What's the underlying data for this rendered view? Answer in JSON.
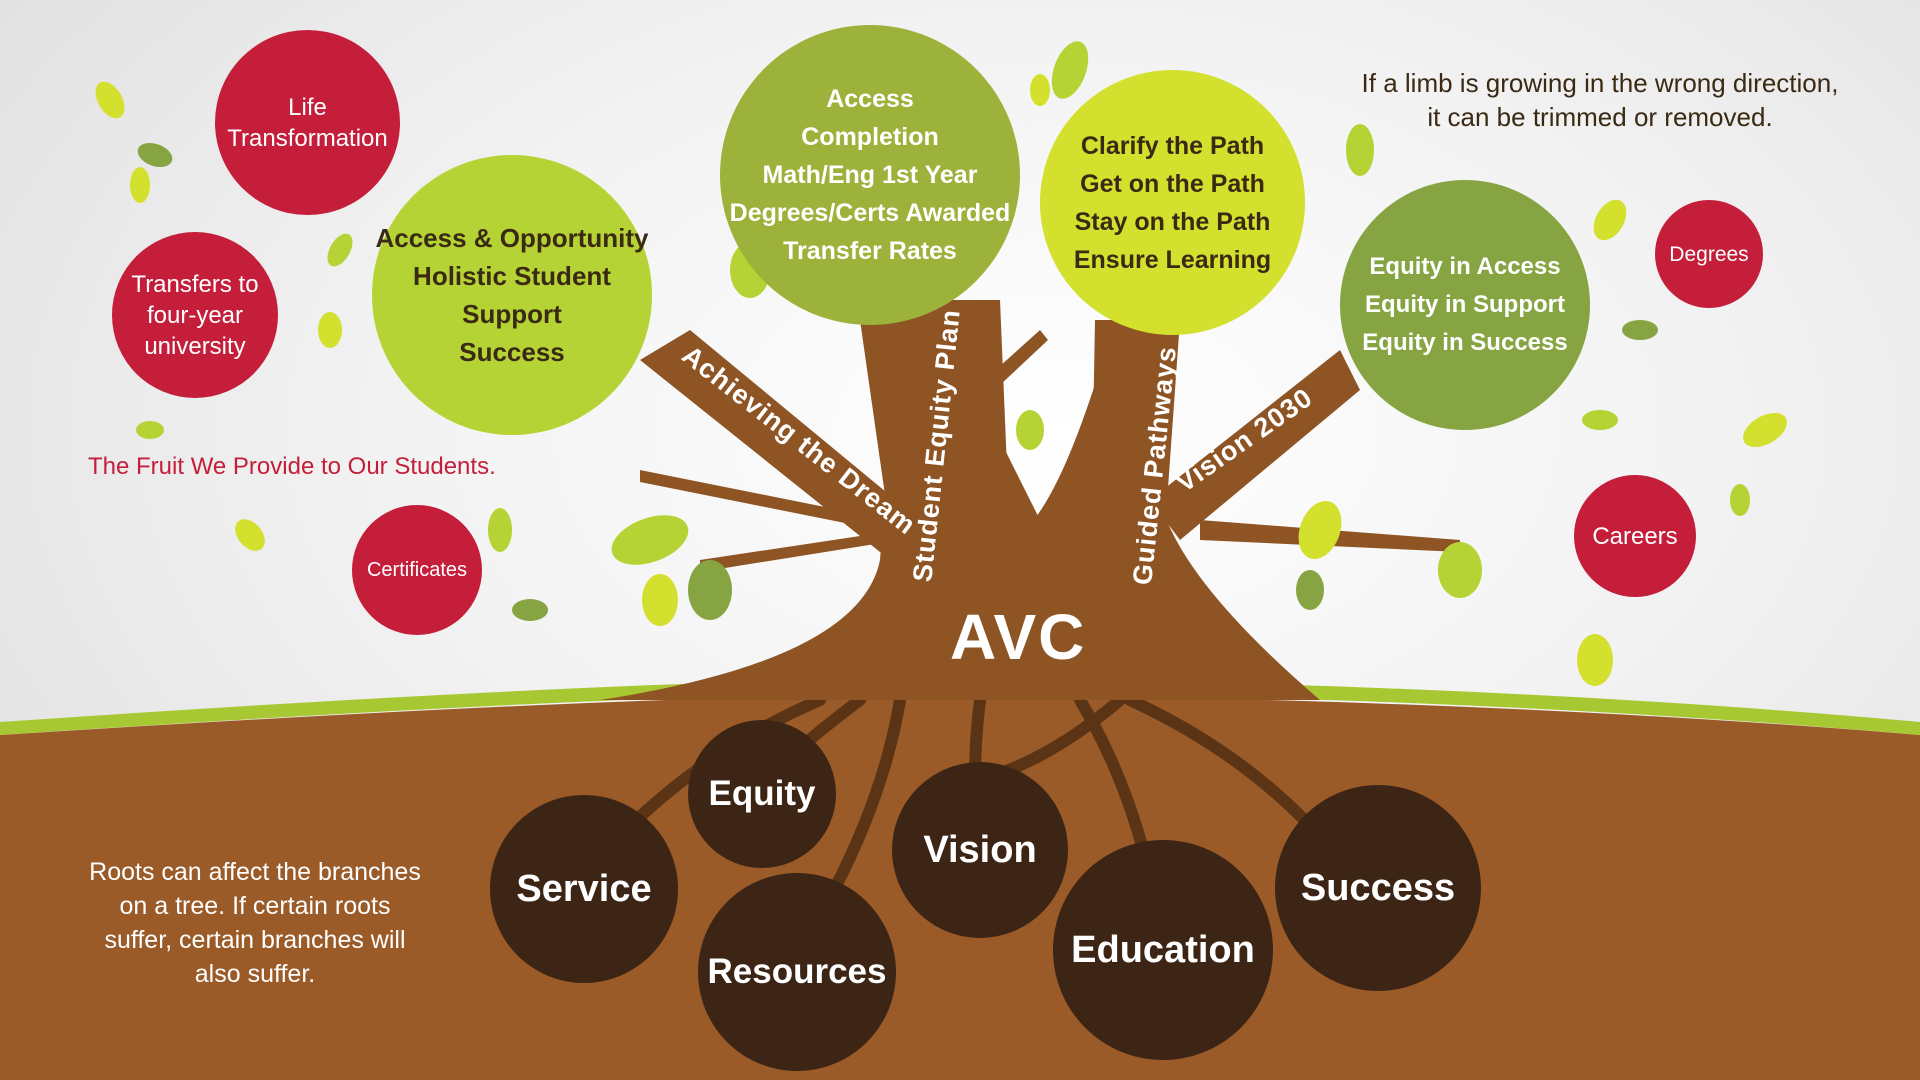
{
  "colors": {
    "fruit_red": "#c41e3a",
    "leaf_green": "#b5d334",
    "trunk_brown": "#8f5424",
    "soil_brown": "#9a5b28",
    "root_dark": "#3d2515",
    "grass_green": "#a8c833"
  },
  "tree": {
    "trunk_label": "AVC",
    "branches": [
      {
        "label": "Achieving the Dream"
      },
      {
        "label": "Student Equity Plan"
      },
      {
        "label": "Guided Pathways"
      },
      {
        "label": "Vision 2030"
      }
    ],
    "canopy_circles": [
      {
        "lines": [
          "Access & Opportunity",
          "Holistic Student Support",
          "Success"
        ]
      },
      {
        "lines": [
          "Access",
          "Completion",
          "Math/Eng 1st Year",
          "Degrees/Certs Awarded",
          "Transfer Rates"
        ]
      },
      {
        "lines": [
          "Clarify the Path",
          "Get on the Path",
          "Stay on the Path",
          "Ensure Learning"
        ]
      },
      {
        "lines": [
          "Equity in Access",
          "Equity in Support",
          "Equity in Success"
        ]
      }
    ]
  },
  "fruits": [
    {
      "lines": [
        "Life",
        "Transformation"
      ]
    },
    {
      "lines": [
        "Transfers to",
        "four-year",
        "university"
      ]
    },
    {
      "lines": [
        "Certificates"
      ]
    },
    {
      "lines": [
        "Degrees"
      ]
    },
    {
      "lines": [
        "Careers"
      ]
    }
  ],
  "notes": {
    "fruit_caption": "The Fruit We Provide to Our Students.",
    "limb_note_line1": "If a limb is growing in the wrong direction,",
    "limb_note_line2": "it can be trimmed or removed.",
    "roots_note_line1": "Roots can affect the branches",
    "roots_note_line2": "on a tree. If certain roots",
    "roots_note_line3": "suffer, certain branches will",
    "roots_note_line4": "also suffer."
  },
  "roots": [
    {
      "label": "Service"
    },
    {
      "label": "Equity"
    },
    {
      "label": "Resources"
    },
    {
      "label": "Vision"
    },
    {
      "label": "Education"
    },
    {
      "label": "Success"
    }
  ]
}
